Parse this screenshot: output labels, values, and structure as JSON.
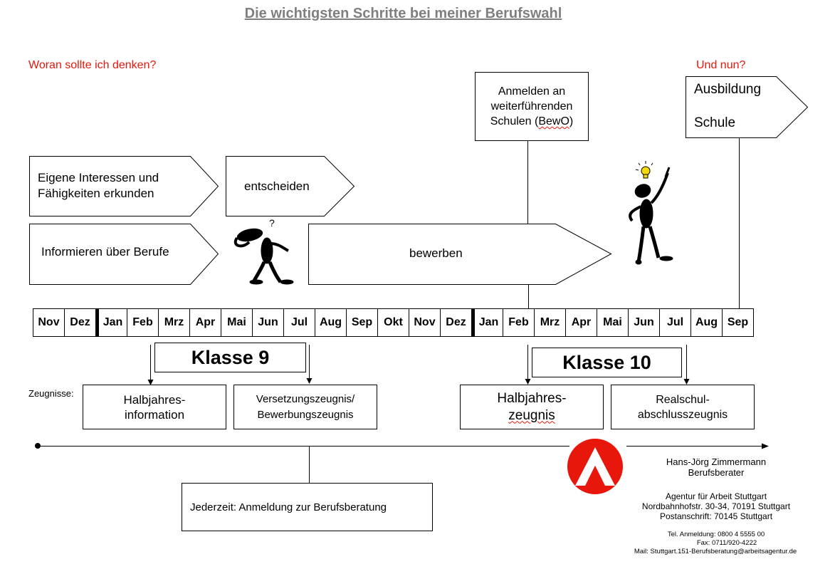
{
  "title": "Die wichtigsten Schritte bei meiner Berufswahl",
  "left_question": "Woran sollte ich denken?",
  "right_question": "Und nun?",
  "steps": {
    "interessen_line1": "Eigene Interessen und",
    "interessen_line2": "Fähigkeiten erkunden",
    "entscheiden": "entscheiden",
    "informieren": "Informieren über Berufe",
    "bewerben": "bewerben",
    "anmelden_line1": "Anmelden an",
    "anmelden_line2": "weiterführenden",
    "anmelden_line3a": "Schulen (",
    "anmelden_line3b": "BewO",
    "anmelden_line3c": ")",
    "ausbildung": "Ausbildung",
    "schule": "Schule"
  },
  "months": [
    "Nov",
    "Dez",
    "Jan",
    "Feb",
    "Mrz",
    "Apr",
    "Mai",
    "Jun",
    "Jul",
    "Aug",
    "Sep",
    "Okt",
    "Nov",
    "Dez",
    "Jan",
    "Feb",
    "Mrz",
    "Apr",
    "Mai",
    "Jun",
    "Jul",
    "Aug",
    "Sep"
  ],
  "klasse9": "Klasse 9",
  "klasse10": "Klasse 10",
  "zeugnisse_label": "Zeugnisse:",
  "zeugnisse": {
    "halbjahres_info_1": "Halbjahres-",
    "halbjahres_info_2": "information",
    "versetzung_1": "Versetzungszeugnis/",
    "versetzung_2": "Bewerbungszeugnis",
    "halbjahres_zeugnis_1": "Halbjahres-",
    "halbjahres_zeugnis_2": "zeugnis",
    "realschul_1": "Realschul-",
    "realschul_2": "abschlusszeugnis"
  },
  "anmeldung": "Jederzeit: Anmeldung zur Berufsberatung",
  "contact": {
    "name": "Hans-Jörg Zimmermann",
    "role": "Berufsberater",
    "agency": "Agentur für Arbeit Stuttgart",
    "address": "Nordbahnhofstr. 30-34, 70191 Stuttgart",
    "postal": "Postanschrift: 70145 Stuttgart",
    "tel": "Tel. Anmeldung: 0800 4 5555 00",
    "fax": "Fax: 0711/920-4222",
    "mail": "Mail: Stuttgart.151-Berufsberatung@arbeitsagentur.de"
  },
  "colors": {
    "accent_red": "#e8170b",
    "title_gray": "#7f7f7f",
    "bulb_yellow": "#f5d90a"
  }
}
